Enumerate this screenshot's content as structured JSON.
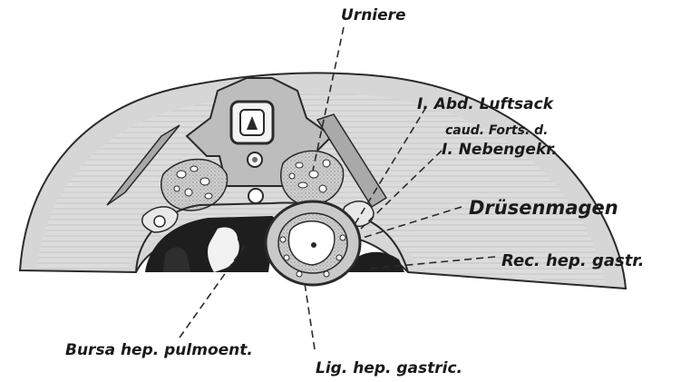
{
  "figure": {
    "labels": {
      "urniere": "Urniere",
      "abd_luftsack": "I. Abd. Luftsack",
      "caud_forts": "caud. Forts. d.",
      "nebengekr": "I. Nebengekr.",
      "druesenmagen": "Drüsenmagen",
      "rec_hep_gastr": "Rec. hep. gastr.",
      "bursa_hep": "Bursa hep. pulmoent.",
      "lig_hep_gastric": "Lig. hep. gastric."
    }
  }
}
